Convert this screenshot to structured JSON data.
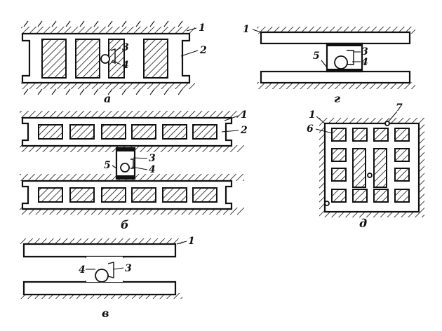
{
  "labels": {
    "n1": "1",
    "n2": "2",
    "n3": "3",
    "n4": "4",
    "n5": "5",
    "n6": "6",
    "n7": "7"
  },
  "captions": {
    "a": "а",
    "b": "б",
    "v": "в",
    "g": "г",
    "d": "д"
  },
  "icons": {
    "hatch": "diagonal-hatch-pattern",
    "machine": "mining-machine-icon",
    "support": "roof-support-icon"
  }
}
